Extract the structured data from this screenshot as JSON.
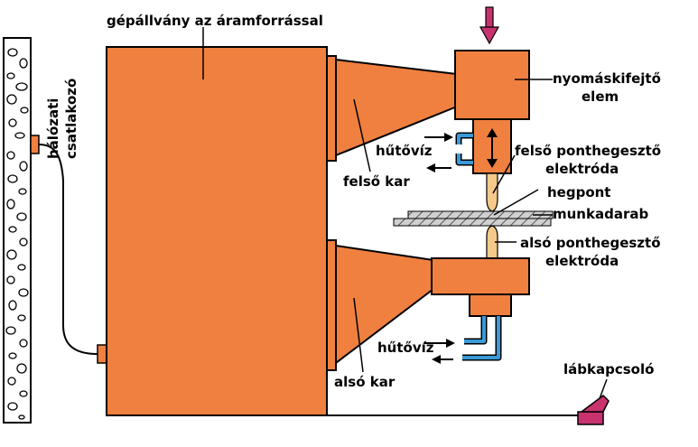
{
  "labels": {
    "machine_stand": "gépállvány az áramforrással",
    "mains_socket_line1": "hálózati",
    "mains_socket_line2": "csatlakozó",
    "pressure_element_line1": "nyomáskifejtő",
    "pressure_element_line2": "elem",
    "cooling_water_upper": "hűtővíz",
    "upper_arm": "felső kar",
    "upper_electrode_line1": "felső ponthegesztő",
    "upper_electrode_line2": "elektróda",
    "weld_spot": "hegpont",
    "workpiece": "munkadarab",
    "lower_electrode_line1": "alsó ponthegesztő",
    "lower_electrode_line2": "elektróda",
    "cooling_water_lower": "hűtővíz",
    "lower_arm": "alsó kar",
    "foot_switch": "lábkapcsoló"
  },
  "colors": {
    "body": "#F08040",
    "outline": "#000000",
    "cooling_pipe": "#3A9AD9",
    "force_arrow": "#C8336E",
    "electrode_tip": "#F5C98A",
    "workpiece": "#C8C8C8"
  }
}
